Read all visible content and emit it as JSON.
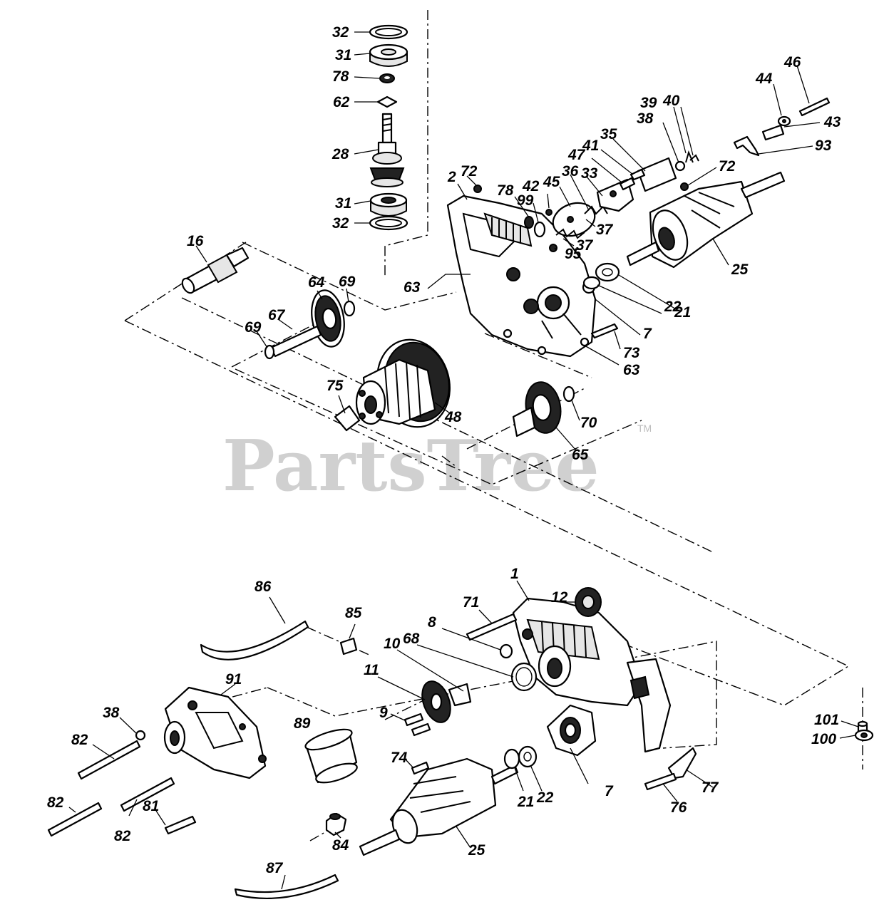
{
  "watermark": {
    "text": "PartsTree",
    "trademark": "TM"
  },
  "callouts": {
    "c32a": "32",
    "c31a": "31",
    "c78a": "78",
    "c62": "62",
    "c28": "28",
    "c31b": "31",
    "c32b": "32",
    "c16": "16",
    "c64": "64",
    "c69a": "69",
    "c67": "67",
    "c69b": "69",
    "c2": "2",
    "c72a": "72",
    "c78b": "78",
    "c99": "99",
    "c42": "42",
    "c45": "45",
    "c36": "36",
    "c33": "33",
    "c47": "47",
    "c41": "41",
    "c35": "35",
    "c38a": "38",
    "c39": "39",
    "c40": "40",
    "c44": "44",
    "c46": "46",
    "c43": "43",
    "c93": "93",
    "c72b": "72",
    "c37a": "37",
    "c37b": "37",
    "c95": "95",
    "c25a": "25",
    "c63a": "63",
    "c21a": "21",
    "c22a": "22",
    "c7a": "7",
    "c73": "73",
    "c63b": "63",
    "c75": "75",
    "c48": "48",
    "c70": "70",
    "c65": "65",
    "c86": "86",
    "c85": "85",
    "c71": "71",
    "c1": "1",
    "c12": "12",
    "c8": "8",
    "c10": "10",
    "c68": "68",
    "c11": "11",
    "c91": "91",
    "c38b": "38",
    "c82a": "82",
    "c89": "89",
    "c9": "9",
    "c101": "101",
    "c100": "100",
    "c74": "74",
    "c7b": "7",
    "c77": "77",
    "c76": "76",
    "c21b": "21",
    "c22b": "22",
    "c82b": "82",
    "c82c": "82",
    "c81": "81",
    "c84": "84",
    "c25b": "25",
    "c87": "87"
  }
}
